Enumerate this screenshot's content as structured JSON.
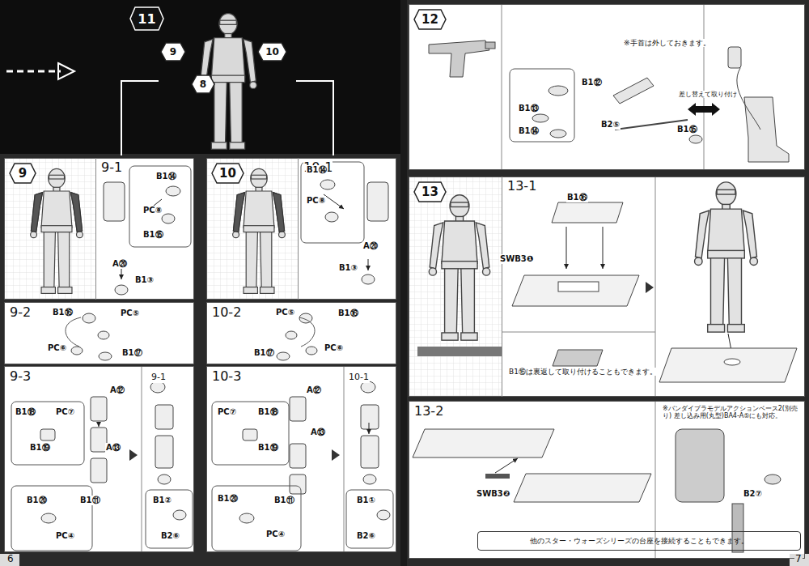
{
  "diagram": {
    "nodes": [
      {
        "text": [
          "11"
        ]
      },
      {
        "text": [
          "9"
        ]
      },
      {
        "text": [
          "10"
        ]
      },
      {
        "text": [
          "8"
        ]
      },
      {
        "text": [
          "9"
        ]
      },
      {
        "text": [
          "9-1"
        ],
        "in": 4
      },
      {
        "text": [
          "10"
        ]
      },
      {
        "text": [
          "10-1"
        ],
        "in": 6
      },
      {
        "text": [
          "9-2"
        ]
      },
      {
        "text": [
          "10-2"
        ]
      },
      {
        "text": [
          "9-3"
        ]
      },
      {
        "text": [
          "10-3"
        ]
      },
      {
        "text": [
          "12"
        ]
      },
      {
        "text": [
          "13"
        ]
      },
      {
        "text": [
          "13-1"
        ],
        "in": 13
      },
      {
        "text": [
          "13-2"
        ]
      },
      {
        "text": [
          "他のスター・ウォーズシリーズの台座を接続することもできます。"
        ],
        "in": 15
      }
    ],
    "labels": [
      "6",
      "7",
      "B1⑭",
      "PC⑧",
      "B1⑮",
      "A⑳",
      "B1③",
      "B1⑭",
      "PC⑧",
      "A⑳",
      "B1③",
      "B1⑯",
      "PC⑤",
      "PC⑥",
      "B1⑰",
      "PC⑤",
      "B1⑯",
      "B1⑰",
      "PC⑥",
      "B1⑱",
      "PC⑦",
      "B1⑲",
      "A⑫",
      "A⑬",
      "B1⑳",
      "B1⑪",
      "PC④",
      "9-1",
      "B1②",
      "B2⑥",
      "PC⑦",
      "B1⑱",
      "B1⑲",
      "A⑫",
      "A⑬",
      "B1⑳",
      "B1⑪",
      "PC④",
      "10-1",
      "B1①",
      "B2⑥",
      "※手首は外しておきます。",
      "B1⑫",
      "B1⑬",
      "B1⑭",
      "B2⑤",
      "B1⑮",
      "差し替えて取り付け",
      "B1⑯",
      "SWB3❶",
      "B1⑯は裏返して取り付けることもできます。",
      "※バンダイプラモデルアクションベース2(別売り) 差し込み用(丸型)BA4-A⑤にも対応。",
      "SWB3❷",
      "B2⑦"
    ]
  }
}
